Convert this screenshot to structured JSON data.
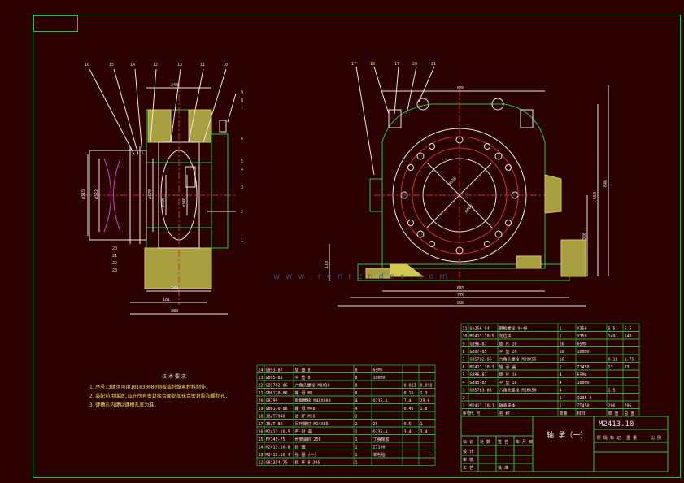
{
  "drawing": {
    "code": "M2413.10",
    "name": "轴 承（一）"
  },
  "notes": {
    "title": "技术要求",
    "items": [
      "1.序号13键须可用101030000钢板或纤维素材料制作.",
      "2.装配前用煤油,应在所有密封接合面处加抹合密封胶和螺栓孔.",
      "3.键槽孔内键以键槽孔底为准."
    ]
  },
  "watermark": {
    "text": "www.renrendoc.com"
  },
  "dimensions": {
    "left_top": "340",
    "left_bottom1": "240",
    "left_bottom2": "181",
    "left_bottom3": "388",
    "left_d1": "ø315",
    "left_d2": "ø322",
    "left_d3": "ø370",
    "left_d4": "ø405",
    "left_d5": "ø340",
    "right_top": "830",
    "right_bottom1": "635",
    "right_bottom2": "770",
    "right_bottom3": "880",
    "right_h1": "550",
    "right_h2": "646",
    "right_h3": "360",
    "right_h4": "110",
    "right_d1": "ø630",
    "right_d2": "ø400"
  },
  "left_callouts": [
    "16",
    "15",
    "14",
    "12",
    "13",
    "11",
    "10"
  ],
  "left_side_callouts": [
    "9",
    "8",
    "7",
    "6",
    "5",
    "4",
    "3",
    "2",
    "1"
  ],
  "left_bottom_callouts": [
    "20",
    "21",
    "22",
    "23"
  ],
  "right_callouts": [
    "17",
    "18",
    "17",
    "20",
    "21"
  ],
  "bom_upper": [
    [
      "11",
      "Sn256-84",
      "钢板螺栓 9×40",
      "1",
      "Y350",
      "5.5",
      "5.5"
    ],
    [
      "10",
      "M2413.10-5",
      "定位块",
      "1",
      "Y350",
      "149",
      "149"
    ],
    [
      "9",
      "GB96-87",
      "垫 片 20",
      "16",
      "65Mn",
      "",
      ""
    ],
    [
      "8",
      "GB97-85",
      "平 垫 20",
      "16",
      "100HV",
      "",
      ""
    ],
    [
      "7",
      "GB5782-86",
      "六角头螺栓 M20X55",
      "16",
      "",
      "0.13",
      "1.75"
    ],
    [
      "6",
      "M2413.10-3",
      "轴 承 盖",
      "1",
      "Z1450",
      "23",
      "23"
    ],
    [
      "5",
      "GB96-87",
      "垫 片 16",
      "4",
      "65Mn",
      "",
      ""
    ],
    [
      "4",
      "GB95-85",
      "平 垫 16",
      "4",
      "100HV",
      "",
      ""
    ],
    [
      "3",
      "GB5783-86",
      "六角头螺栓 M16X50",
      "4",
      "",
      "1.5",
      ""
    ],
    [
      "2",
      "",
      "",
      "1",
      "Q235-A",
      "",
      ""
    ],
    [
      "1",
      "M2413.10-1",
      "轴承座体",
      "1",
      "ZT450",
      "206",
      "206"
    ],
    [
      "序号",
      "代 号",
      "名 称",
      "数量",
      "材料",
      "单 重",
      "总 重"
    ]
  ],
  "bom_lower": [
    [
      "24",
      "GB93-87",
      "垫 圈 8",
      "8",
      "65Mn",
      "",
      ""
    ],
    [
      "23",
      "GB95-85",
      "平 垫 8",
      "8",
      "100HV",
      "",
      ""
    ],
    [
      "22",
      "GB5782-86",
      "六角头螺栓 M8X30",
      "8",
      "",
      "0.013",
      "0.098"
    ],
    [
      "21",
      "GB6170-86",
      "螺 母 M8",
      "8",
      "",
      "0.16",
      "1.3"
    ],
    [
      "20",
      "GB799",
      "地脚螺栓 M48X800",
      "4",
      "Q235-A",
      "7.4",
      "29.6"
    ],
    [
      "19",
      "GB6170-86",
      "螺 母 M48",
      "4",
      "",
      "0.46",
      "1.8"
    ],
    [
      "18",
      "JB/T7940",
      "油 杯 M16",
      "2",
      "",
      "",
      ""
    ],
    [
      "17",
      "JB/T-85",
      "吊环螺钉 M24X55",
      "2",
      "25",
      "0.5",
      "1"
    ],
    [
      "16",
      "M2413.10-5",
      "密 封 盖",
      "1",
      "Q235-A",
      "3.4",
      "3.4"
    ],
    [
      "15",
      "FY145-75",
      "骨架油封 250",
      "1",
      "丁腈橡胶",
      "",
      ""
    ],
    [
      "14",
      "M2413.10-8",
      "挡 圈",
      "1",
      "Z7100",
      "",
      ""
    ],
    [
      "13",
      "M2413.10-4",
      "毡 圈 (一)",
      "1",
      "羊毛毡",
      "",
      ""
    ],
    [
      "12",
      "GB1354-75",
      "挡 环 B-305",
      "1",
      "",
      "",
      ""
    ]
  ],
  "title_block": {
    "labels_row": [
      "标 记",
      "处 数",
      "分 区",
      "更改文件号",
      "签 名",
      "年 月 日"
    ],
    "roles": [
      "设 计",
      "审 核",
      "工 艺",
      "批 准"
    ],
    "stage_row": [
      "阶 段 标 记",
      "重 量",
      "比 例"
    ]
  }
}
